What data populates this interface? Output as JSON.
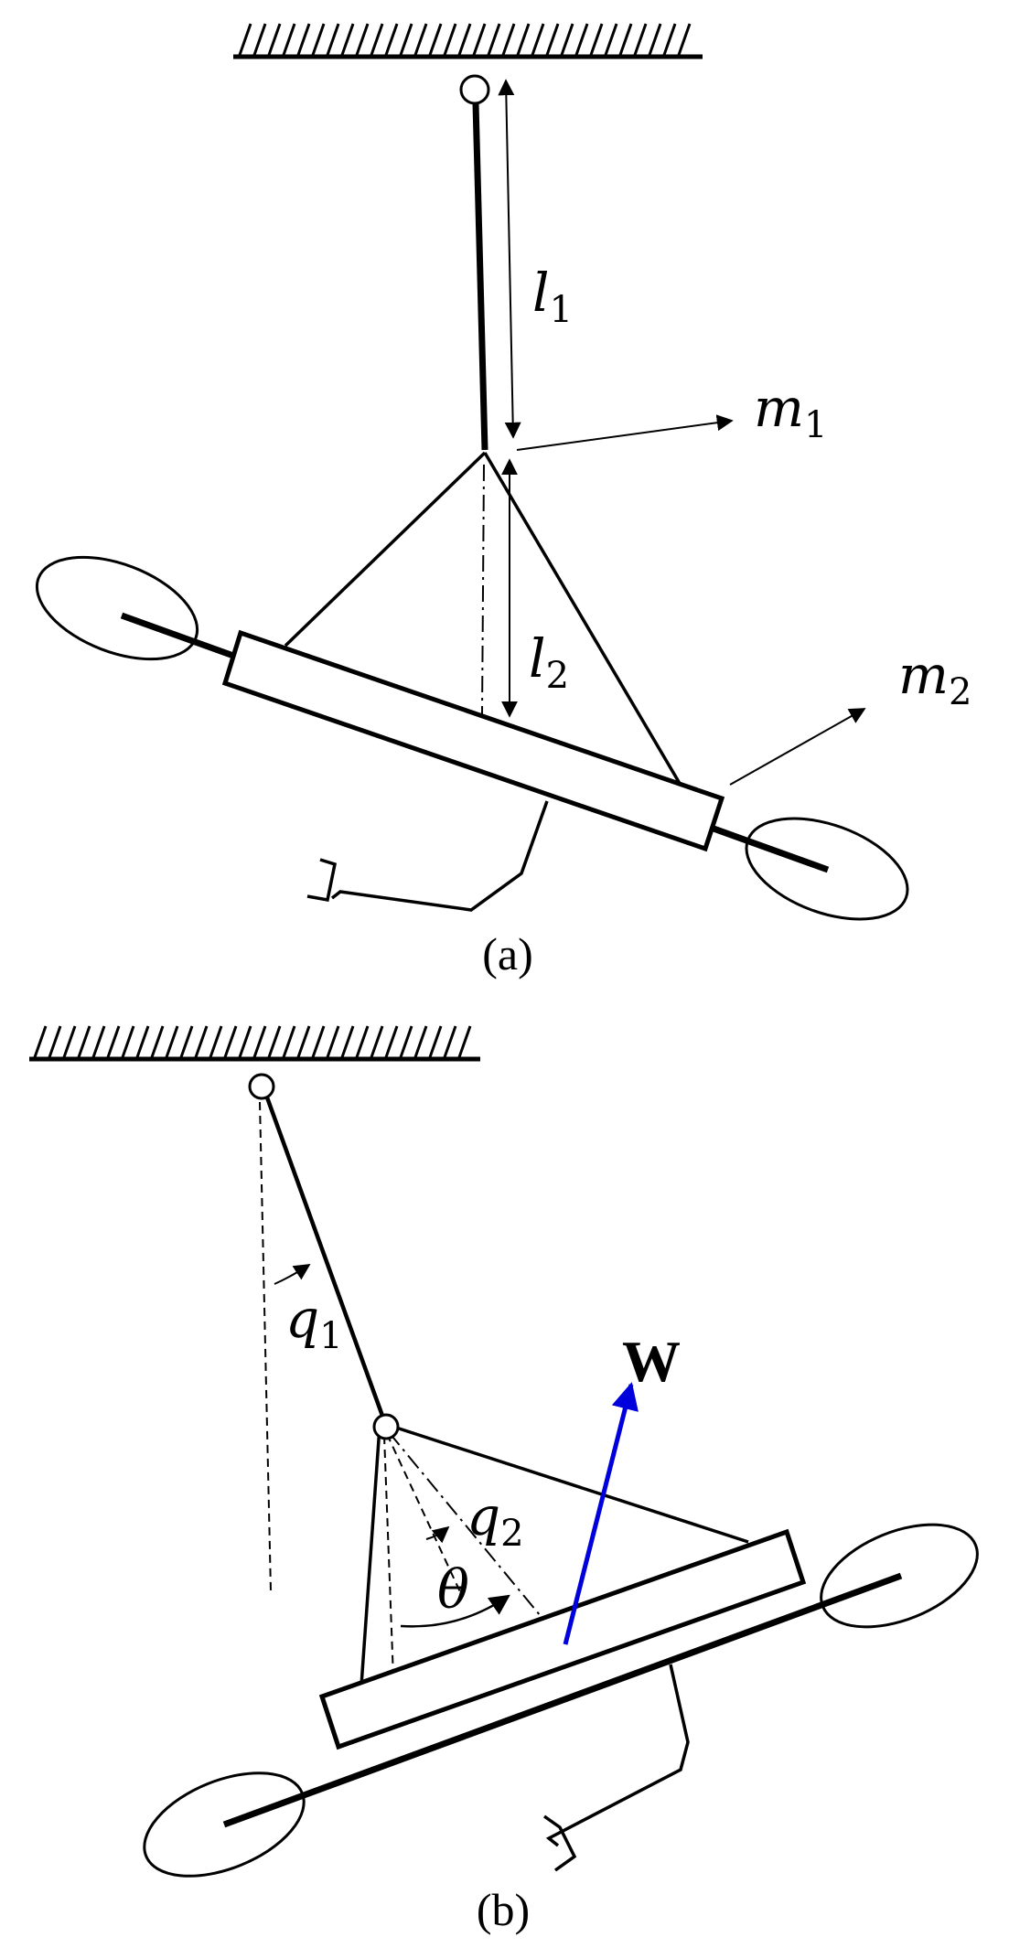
{
  "panel_a": {
    "caption": "(a)",
    "l1": {
      "sym": "l",
      "sub": "1"
    },
    "l2": {
      "sym": "l",
      "sub": "2"
    },
    "m1": {
      "sym": "m",
      "sub": "1"
    },
    "m2": {
      "sym": "m",
      "sub": "2"
    }
  },
  "panel_b": {
    "caption": "(b)",
    "q1": {
      "sym": "q",
      "sub": "1"
    },
    "q2": {
      "sym": "q",
      "sub": "2"
    },
    "theta": "θ",
    "wind": "W"
  },
  "colors": {
    "line": "#000000",
    "wind_vector": "#0000dd"
  }
}
